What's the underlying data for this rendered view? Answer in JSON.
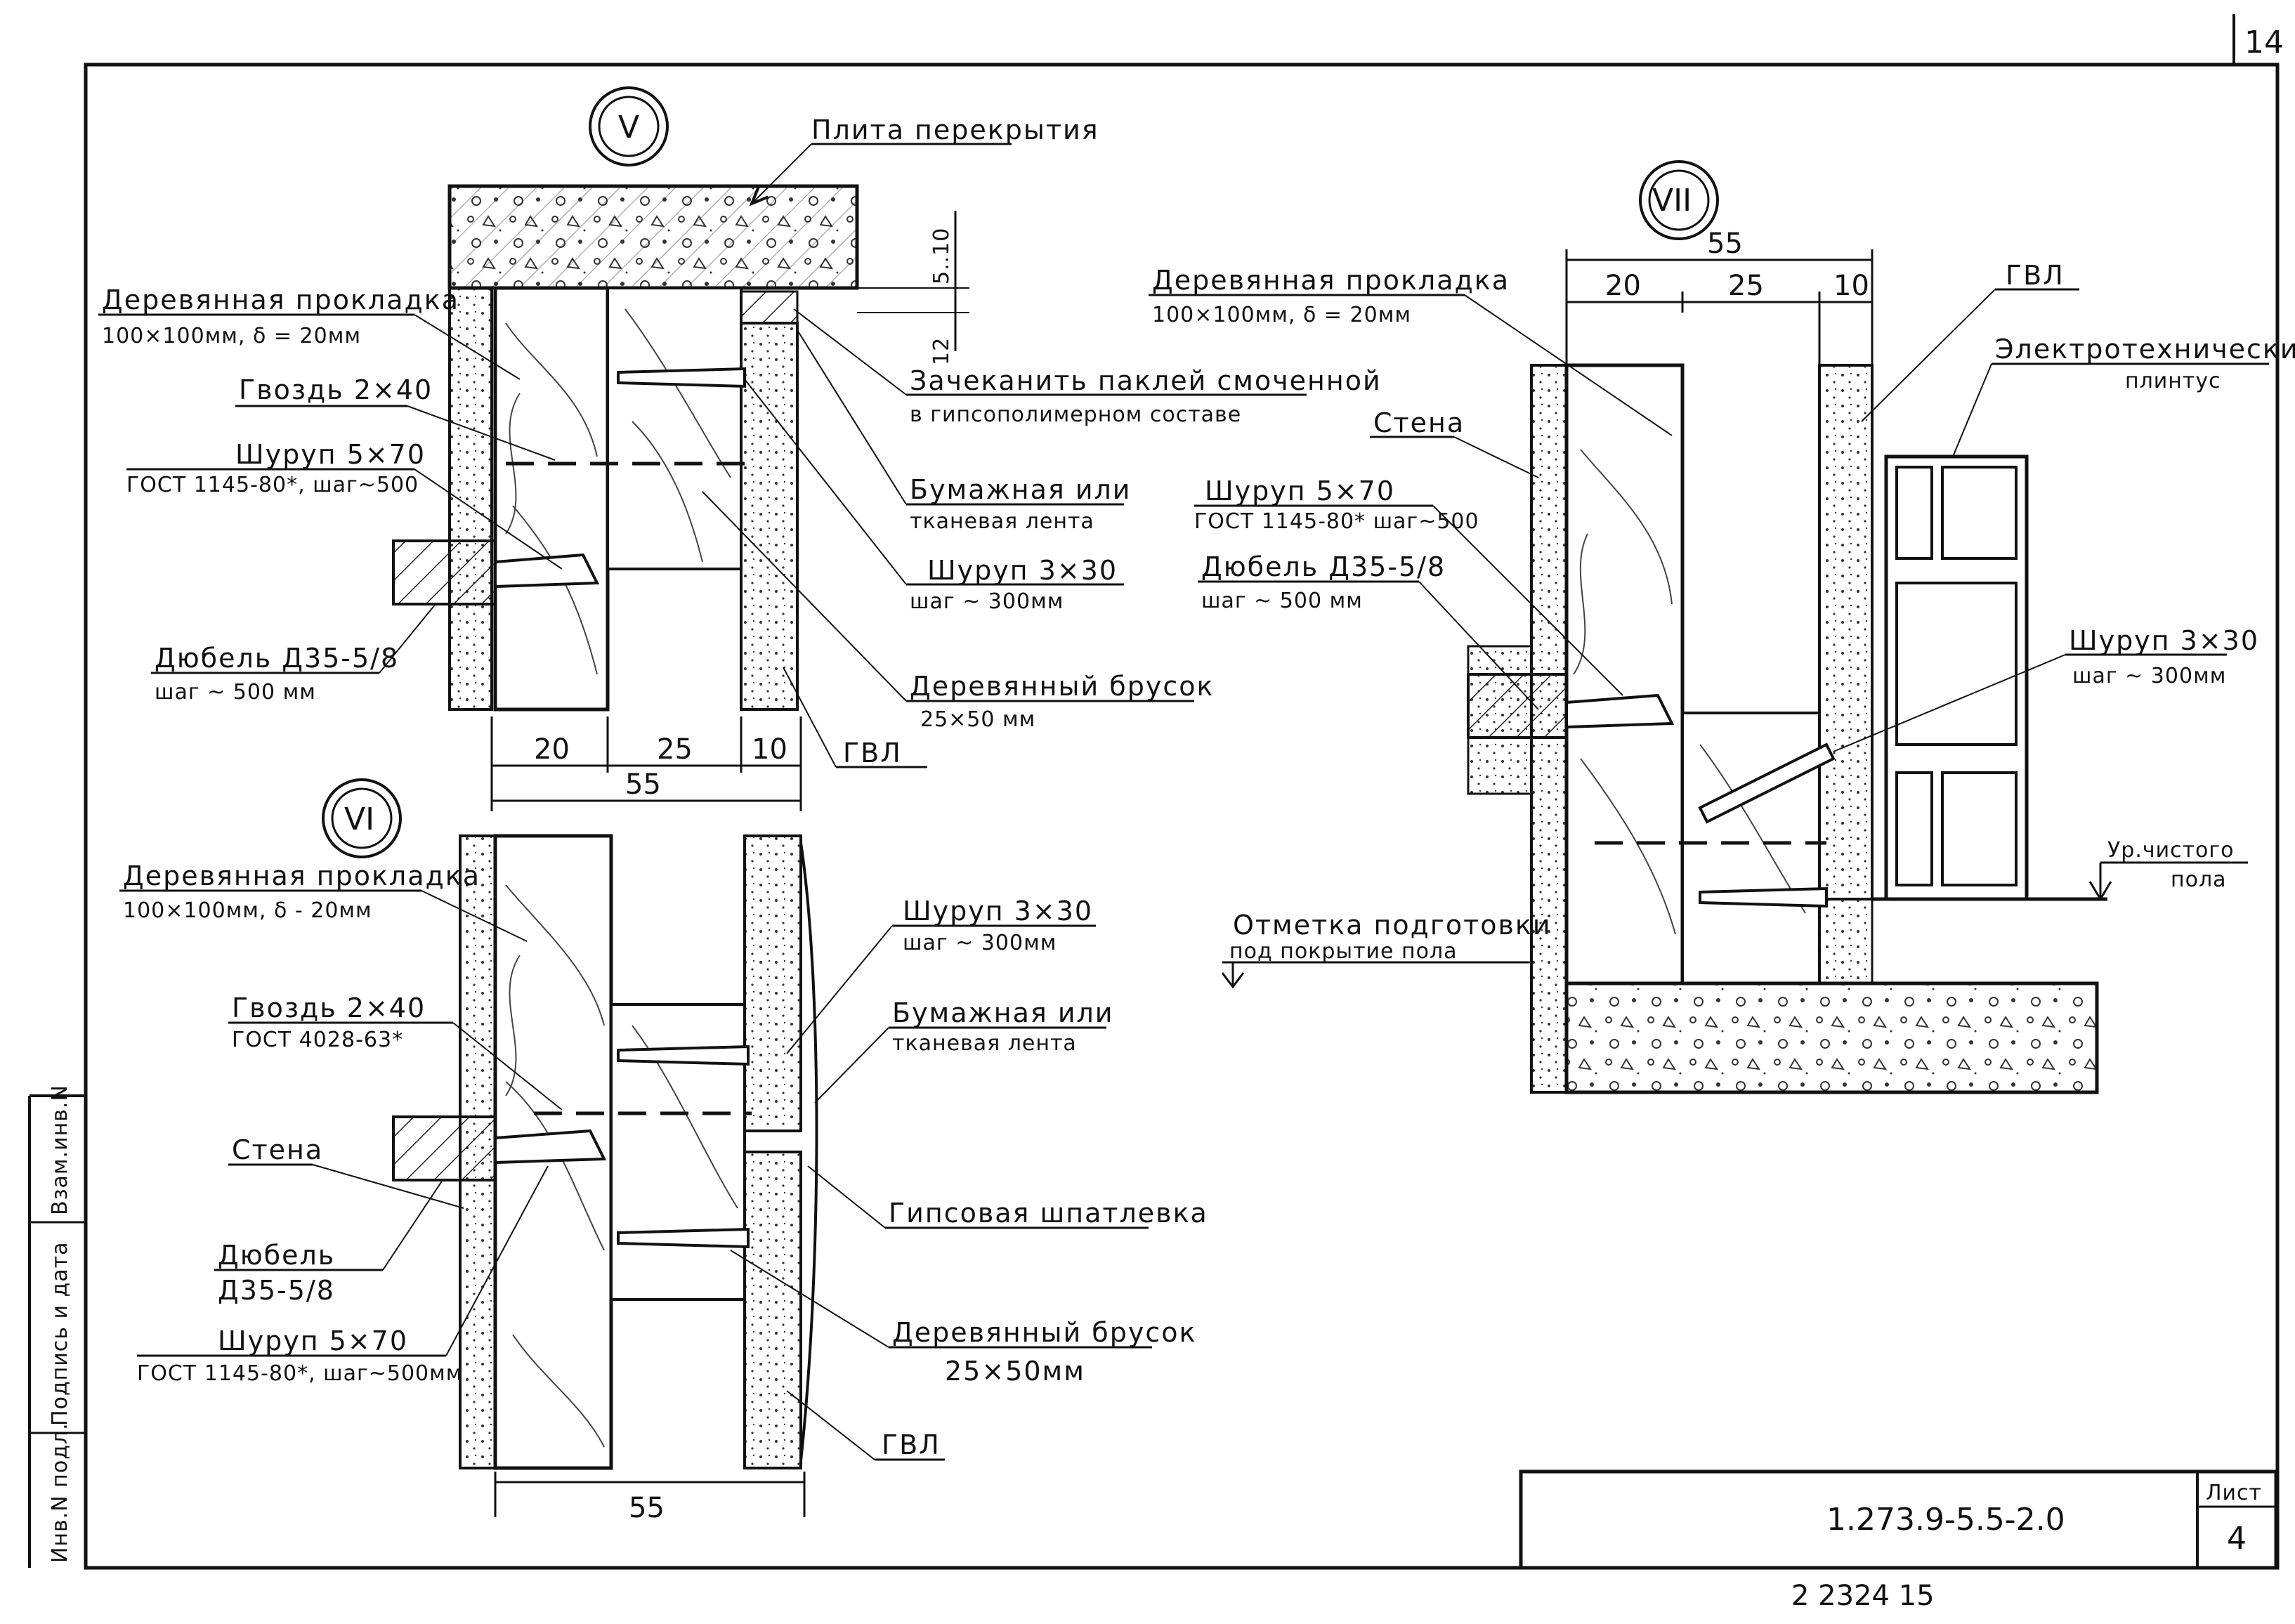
{
  "sheet": {
    "corner_number": "14",
    "stamp_code": "1.273.9-5.5-2.0",
    "stamp_sheet_label": "Лист",
    "stamp_sheet_number": "4",
    "bottom_numbers": "2 2324    15",
    "side_strip": [
      "Инв.N подл.",
      "Подпись и дата",
      "Взам.инв.N"
    ]
  },
  "detail_v": {
    "marker": "V",
    "labels": {
      "slab": "Плита перекрытия",
      "wood_pad": "Деревянная прокладка",
      "wood_pad_sub": "100×100мм, δ = 20мм",
      "nail": "Гвоздь 2×40",
      "screw_big": "Шуруп 5×70",
      "screw_big_sub": "ГОСТ 1145-80*, шаг~500",
      "dowel": "Дюбель Д35-5/8",
      "dowel_sub": "шаг ~ 500 мм",
      "caulk": "Зачеканить паклей смоченной",
      "caulk_sub": "в гипсополимерном составе",
      "tape": "Бумажная или",
      "tape_sub": "тканевая лента",
      "screw_small": "Шуруп 3×30",
      "screw_small_sub": "шаг ~ 300мм",
      "bar": "Деревянный брусок",
      "bar_sub": "25×50 мм",
      "gvl": "ГВЛ"
    },
    "dims": {
      "gap_a": "5..10",
      "gap_b": "12",
      "d1": "20",
      "d2": "25",
      "d3": "10",
      "total": "55"
    }
  },
  "detail_vi": {
    "marker": "VI",
    "labels": {
      "wood_pad": "Деревянная прокладка",
      "wood_pad_sub": "100×100мм, δ - 20мм",
      "nail": "Гвоздь 2×40",
      "nail_sub": "ГОСТ 4028-63*",
      "wall": "Стена",
      "dowel": "Дюбель",
      "dowel_sub": "Д35-5/8",
      "screw_big": "Шуруп 5×70",
      "screw_big_sub": "ГОСТ 1145-80*, шаг~500мм",
      "screw_small": "Шуруп 3×30",
      "screw_small_sub": "шаг ~ 300мм",
      "tape": "Бумажная или",
      "tape_sub": "тканевая лента",
      "putty": "Гипсовая шпатлевка",
      "bar": "Деревянный брусок",
      "bar_sub": "25×50мм",
      "gvl": "ГВЛ"
    },
    "dims": {
      "total": "55"
    }
  },
  "detail_vii": {
    "marker": "VII",
    "labels": {
      "wood_pad": "Деревянная прокладка",
      "wood_pad_sub": "100×100мм, δ = 20мм",
      "gvl": "ГВЛ",
      "skirting": "Электротехнический",
      "skirting_sub": "плинтус",
      "wall": "Стена",
      "screw_big": "Шуруп 5×70",
      "screw_big_sub": "ГОСТ 1145-80* шаг~500",
      "dowel": "Дюбель Д35-5/8",
      "dowel_sub": "шаг ~ 500 мм",
      "screw_small": "Шуруп 3×30",
      "screw_small_sub": "шаг ~ 300мм",
      "floor": "Ур.чистого",
      "floor_sub": "пола",
      "prep": "Отметка подготовки",
      "prep_sub": "под покрытие пола"
    },
    "dims": {
      "total": "55",
      "d1": "20",
      "d2": "25",
      "d3": "10"
    }
  }
}
